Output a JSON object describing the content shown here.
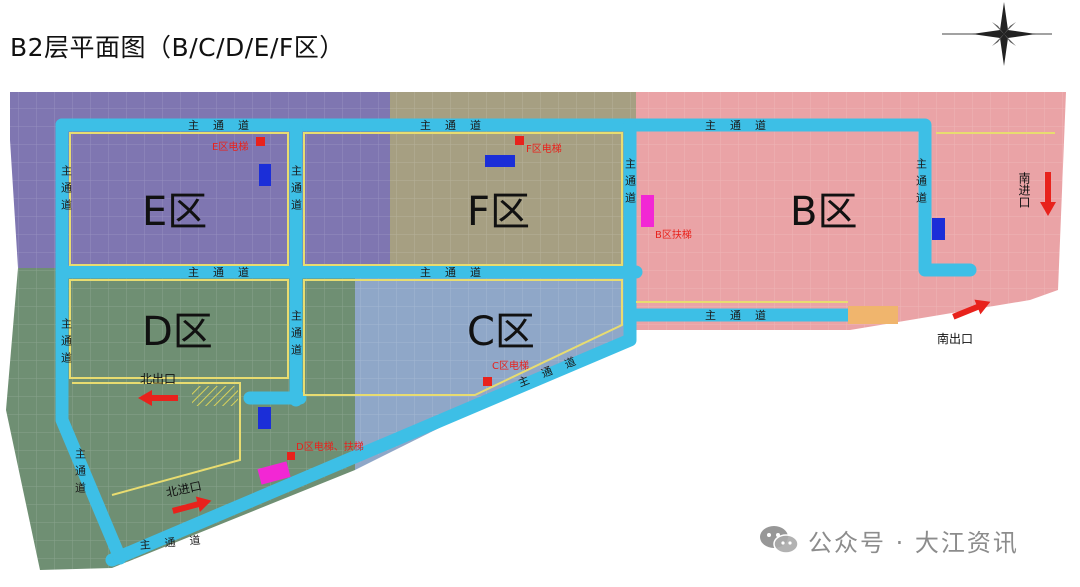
{
  "title": "B2层平面图（B/C/D/E/F区）",
  "zones": {
    "E": "E区",
    "F": "F区",
    "B": "B区",
    "D": "D区",
    "C": "C区"
  },
  "zone_colors": {
    "E": "#7f76b1",
    "F": "#a69f82",
    "B": "#eaa3a6",
    "D": "#6f8f73",
    "C": "#8fa7c8"
  },
  "road_color": "#3dbfe6",
  "main_road_label": "主通道",
  "elevators": {
    "E": "E区电梯",
    "F": "F区电梯",
    "C": "C区电梯",
    "D": "D区电梯、扶梯"
  },
  "escalator_B": "B区扶梯",
  "exits": {
    "north_exit": "北出口",
    "north_entrance": "北进口",
    "south_entrance": "南进口",
    "south_exit": "南出口"
  },
  "watermark": "公众号 · 大江资讯",
  "icons": [
    "compass-rose-icon",
    "wechat-icon",
    "arrow-icon"
  ]
}
